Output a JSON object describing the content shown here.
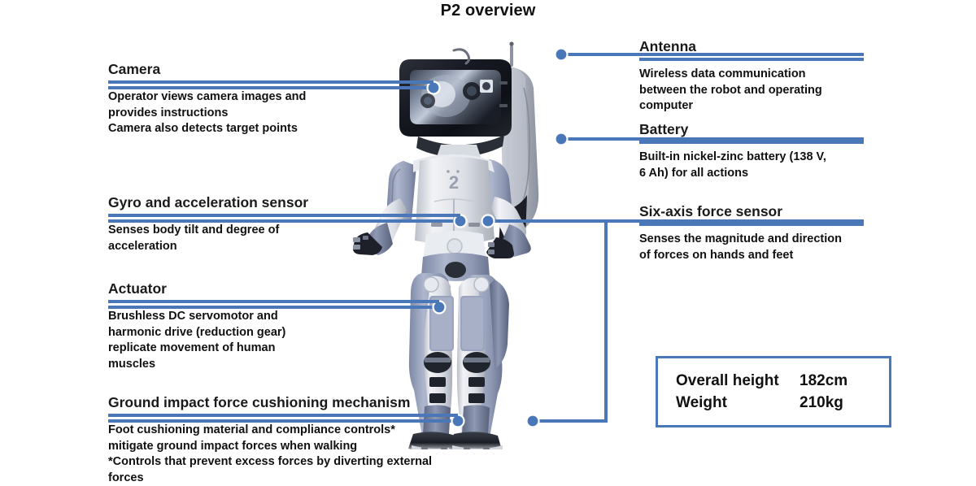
{
  "title": "P2 overview",
  "accent_color": "#4a77b8",
  "callouts": {
    "camera": {
      "heading": "Camera",
      "body": "Operator views camera images and\nprovides instructions\nCamera also detects target points"
    },
    "gyro": {
      "heading": "Gyro and acceleration sensor",
      "body": "Senses body tilt and degree of\nacceleration"
    },
    "actuator": {
      "heading": "Actuator",
      "body": "Brushless DC servomotor and\nharmonic drive (reduction gear)\nreplicate movement of human\nmuscles"
    },
    "ground_impact": {
      "heading": "Ground impact force cushioning mechanism",
      "body": "Foot cushioning material and compliance controls*\nmitigate ground impact forces when walking\n*Controls that prevent excess forces by diverting external forces"
    },
    "antenna": {
      "heading": "Antenna",
      "body": "Wireless data communication\nbetween the robot and operating\ncomputer"
    },
    "battery": {
      "heading": "Battery",
      "body": "Built-in nickel-zinc battery (138 V,\n6 Ah) for all actions"
    },
    "force_sensor": {
      "heading": "Six-axis force sensor",
      "body": "Senses the magnitude and direction\nof forces on hands and feet"
    }
  },
  "specs": {
    "height_label": "Overall height",
    "height_value": "182cm",
    "weight_label": "Weight",
    "weight_value": "210kg"
  },
  "robot": {
    "chest_marking": "2"
  }
}
